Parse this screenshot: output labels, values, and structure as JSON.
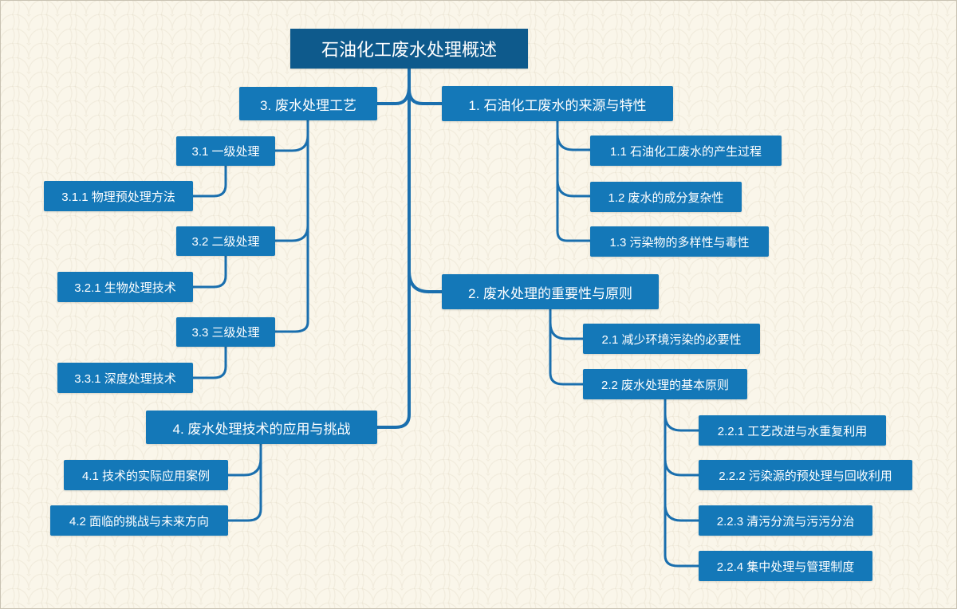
{
  "nodes": {
    "root": "石油化工废水处理概述",
    "n1": "1. 石油化工废水的来源与特性",
    "n1_1": "1.1 石油化工废水的产生过程",
    "n1_2": "1.2 废水的成分复杂性",
    "n1_3": "1.3 污染物的多样性与毒性",
    "n2": "2. 废水处理的重要性与原则",
    "n2_1": "2.1 减少环境污染的必要性",
    "n2_2": "2.2 废水处理的基本原则",
    "n2_2_1": "2.2.1 工艺改进与水重复利用",
    "n2_2_2": "2.2.2 污染源的预处理与回收利用",
    "n2_2_3": "2.2.3 清污分流与污污分治",
    "n2_2_4": "2.2.4 集中处理与管理制度",
    "n3": "3. 废水处理工艺",
    "n3_1": "3.1 一级处理",
    "n3_1_1": "3.1.1 物理预处理方法",
    "n3_2": "3.2 二级处理",
    "n3_2_1": "3.2.1 生物处理技术",
    "n3_3": "3.3 三级处理",
    "n3_3_1": "3.3.1 深度处理技术",
    "n4": "4. 废水处理技术的应用与挑战",
    "n4_1": "4.1 技术的实际应用案例",
    "n4_2": "4.2 面临的挑战与未来方向"
  },
  "colors": {
    "node": "#1478b8",
    "root": "#0e5a8c",
    "connector": "#1a6fae",
    "background": "#faf6ea"
  }
}
